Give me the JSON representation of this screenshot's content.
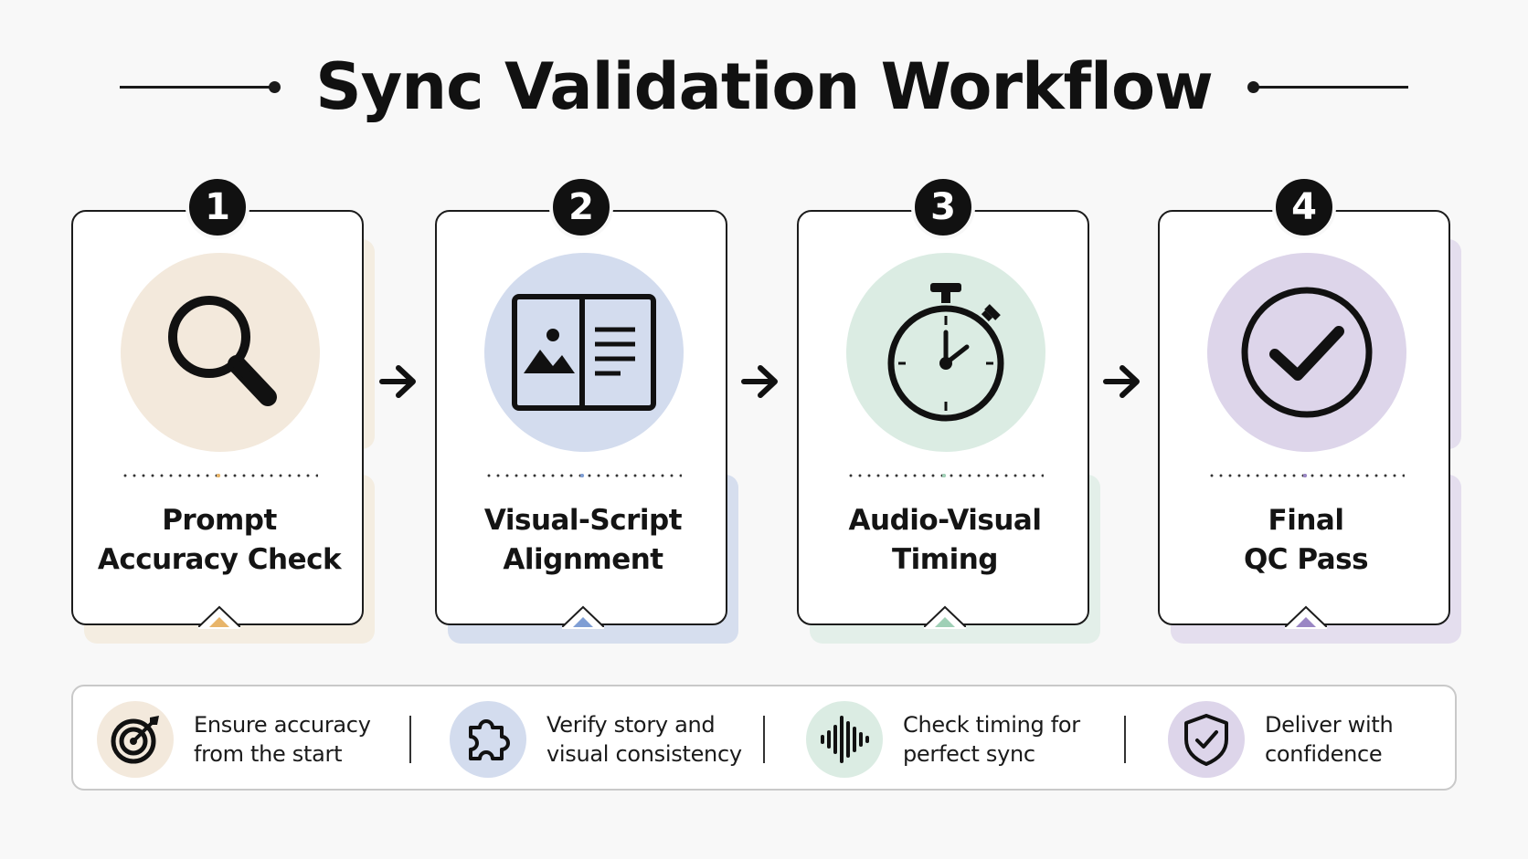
{
  "title": "Sync Validation Workflow",
  "steps": [
    {
      "number": "1",
      "label_line1": "Prompt",
      "label_line2": "Accuracy Check",
      "icon": "magnifying-glass-icon",
      "color": "#f3e9dc",
      "shadow": "#f0e3cd",
      "accent": "#e8b56a"
    },
    {
      "number": "2",
      "label_line1": "Visual-Script",
      "label_line2": "Alignment",
      "icon": "storyboard-icon",
      "color": "#d3dcee",
      "shadow": "#b9c9e6",
      "accent": "#7f9ed4"
    },
    {
      "number": "3",
      "label_line1": "Audio-Visual",
      "label_line2": "Timing",
      "icon": "stopwatch-icon",
      "color": "#dbece3",
      "shadow": "#d2e8dc",
      "accent": "#9fd0b6"
    },
    {
      "number": "4",
      "label_line1": "Final",
      "label_line2": "QC Pass",
      "icon": "check-circle-icon",
      "color": "#ddd5ea",
      "shadow": "#d3c8e6",
      "accent": "#9a86c4"
    }
  ],
  "summary": [
    {
      "icon": "target-icon",
      "line1": "Ensure accuracy",
      "line2": "from the start",
      "color": "#f3e9dc"
    },
    {
      "icon": "puzzle-icon",
      "line1": "Verify story and",
      "line2": "visual consistency",
      "color": "#d3dcee"
    },
    {
      "icon": "sound-wave-icon",
      "line1": "Check timing for",
      "line2": "perfect sync",
      "color": "#dbece3"
    },
    {
      "icon": "shield-check-icon",
      "line1": "Deliver with",
      "line2": "confidence",
      "color": "#ddd5ea"
    }
  ]
}
